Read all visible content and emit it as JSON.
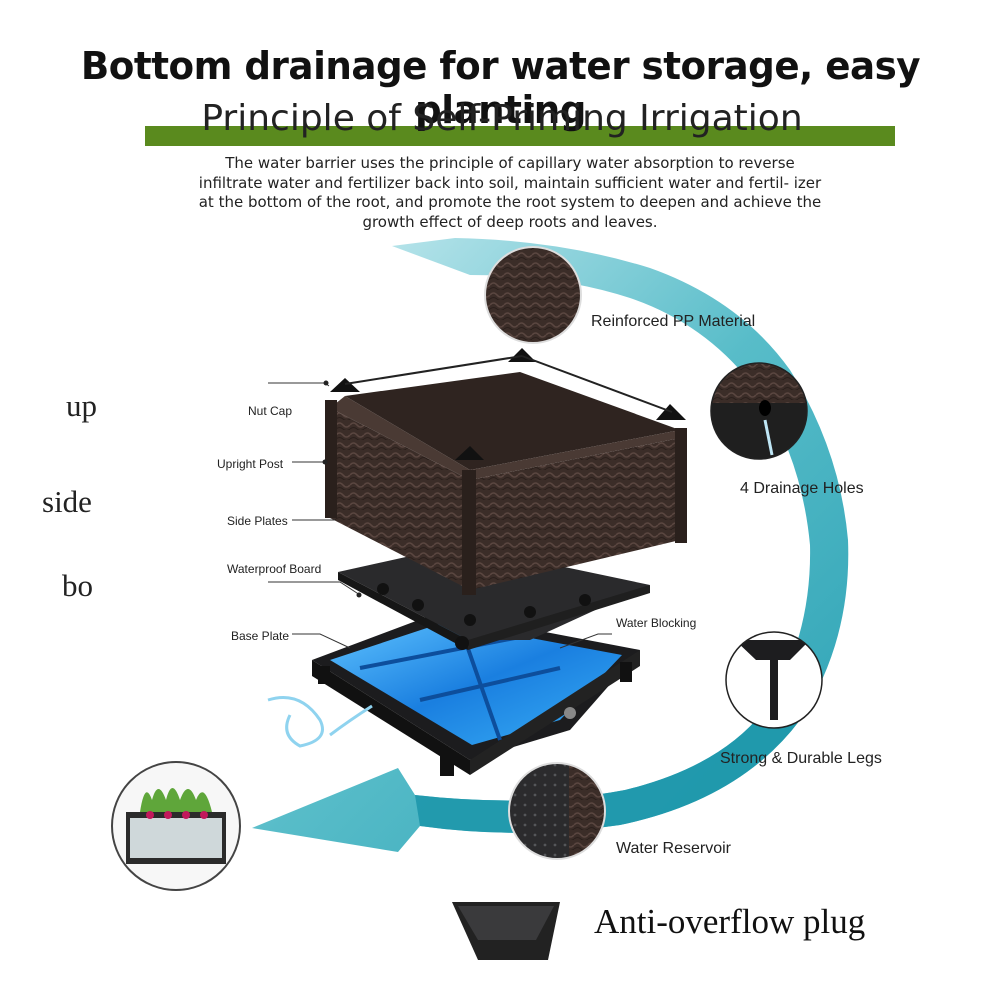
{
  "header": {
    "headline": "Bottom drainage for water storage, easy planting",
    "subtitle": "Principle of Self-Priming Irrigation",
    "description": "The water barrier uses the principle of capillary water absorption to reverse infiltrate water and fertilizer back into soil, maintain sufficient water and fertil- izer at the bottom of the root, and promote the root system to deepen and achieve the growth effect of deep roots and leaves."
  },
  "side_words": [
    "up",
    "side",
    "bo"
  ],
  "parts": [
    "Nut Cap",
    "Upright Post",
    "Side Plates",
    "Waterproof Board",
    "Base Plate",
    "Water Blocking"
  ],
  "features": [
    "Reinforced PP Material",
    "4 Drainage Holes",
    "Strong & Durable Legs",
    "Water Reservoir"
  ],
  "footer_label": "Anti-overflow plug",
  "colors": {
    "arrow": "#2ea7b5",
    "arrow_light": "#b9e3ea",
    "rattan": "#3a2c27",
    "water": "#1e8fe0",
    "green_bar": "#5a8a1e"
  }
}
